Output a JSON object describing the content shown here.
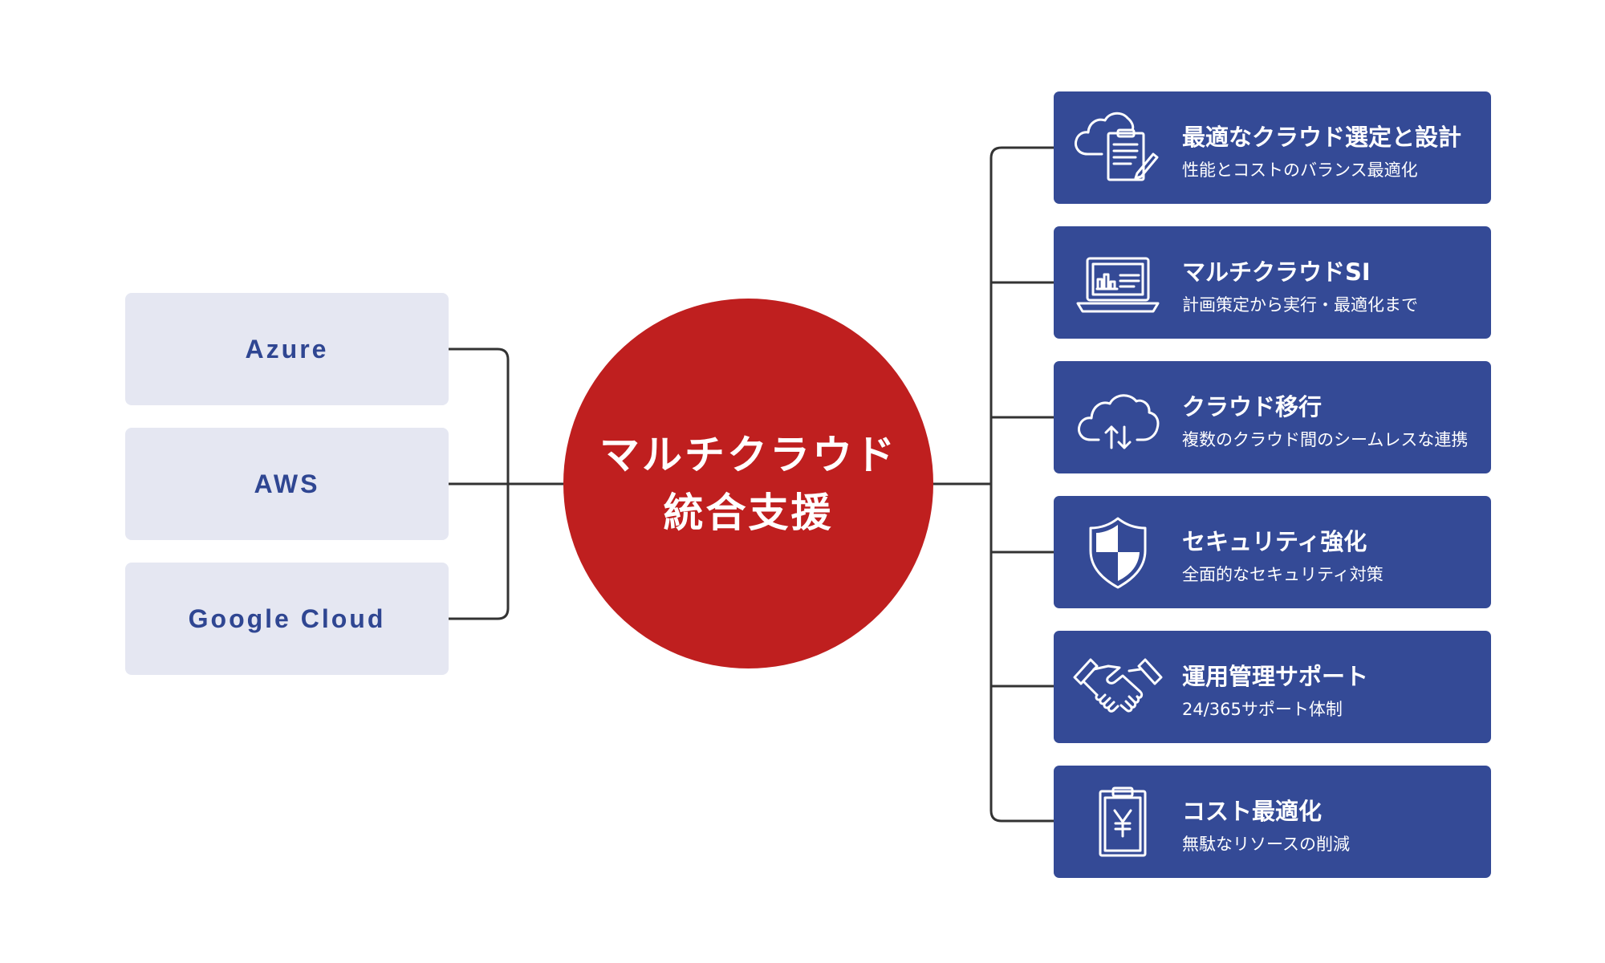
{
  "colors": {
    "hub": "#bf1f1f",
    "card": "#344a96",
    "cloud_box": "#e5e7f2",
    "cloud_text": "#2f4692",
    "connector": "#333333"
  },
  "clouds": [
    {
      "label": "Azure"
    },
    {
      "label": "AWS"
    },
    {
      "label": "Google Cloud"
    }
  ],
  "hub": {
    "line1": "マルチクラウド",
    "line2": "統合支援"
  },
  "services": [
    {
      "title": "最適なクラウド選定と設計",
      "desc": "性能とコストのバランス最適化",
      "icon": "cloud-document-icon"
    },
    {
      "title": "マルチクラウドSI",
      "desc": "計画策定から実行・最適化まで",
      "icon": "laptop-dashboard-icon"
    },
    {
      "title": "クラウド移行",
      "desc": "複数のクラウド間のシームレスな連携",
      "icon": "cloud-transfer-icon"
    },
    {
      "title": "セキュリティ強化",
      "desc": "全面的なセキュリティ対策",
      "icon": "shield-icon"
    },
    {
      "title": "運用管理サポート",
      "desc": "24/365サポート体制",
      "icon": "handshake-icon"
    },
    {
      "title": "コスト最適化",
      "desc": "無駄なリソースの削減",
      "icon": "yen-clipboard-icon"
    }
  ]
}
